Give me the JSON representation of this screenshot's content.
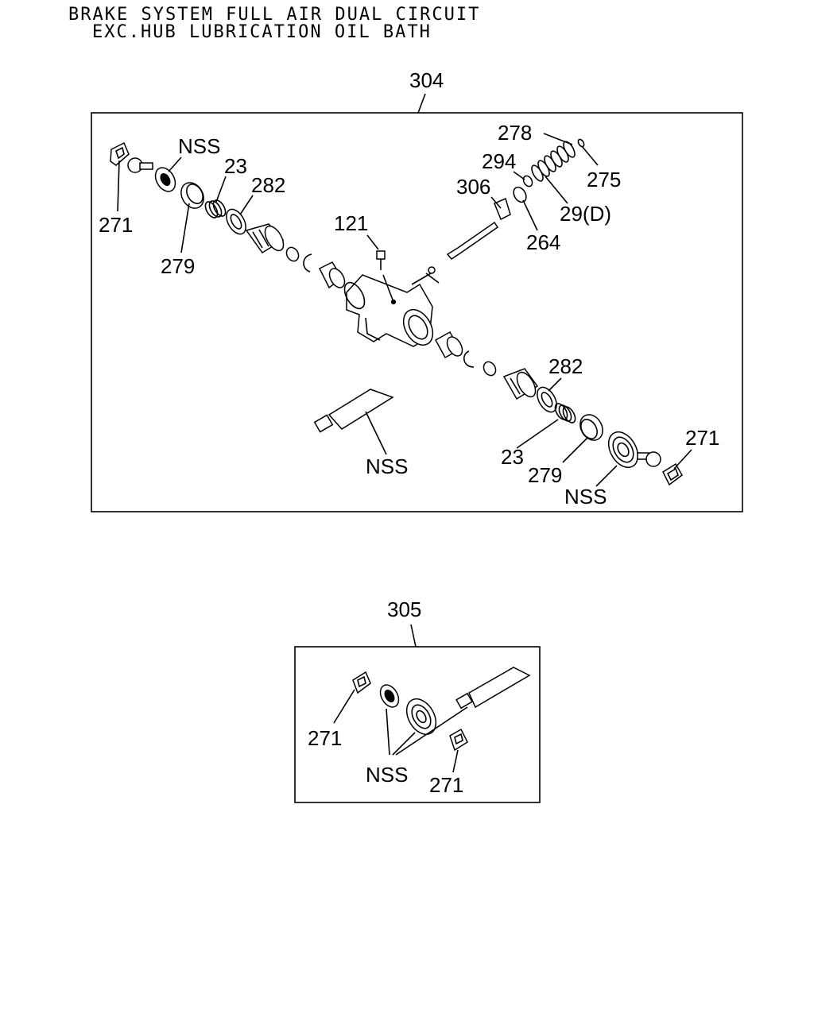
{
  "header": {
    "title_line1": "BRAKE SYSTEM FULL AIR DUAL CIRCUIT",
    "title_line2": "EXC.HUB LUBRICATION OIL BATH"
  },
  "assembly_304": {
    "ref": "304",
    "labels": {
      "nss_top": "NSS",
      "p23_top": "23",
      "p282_top": "282",
      "p271_left": "271",
      "p279_left": "279",
      "p121": "121",
      "p278": "278",
      "p294": "294",
      "p275": "275",
      "p306": "306",
      "p29d": "29(D)",
      "p264": "264",
      "p282_bottom": "282",
      "nss_tube": "NSS",
      "p23_bottom": "23",
      "p279_bottom": "279",
      "nss_bottom": "NSS",
      "p271_right": "271"
    }
  },
  "assembly_305": {
    "ref": "305",
    "labels": {
      "p271_left": "271",
      "nss": "NSS",
      "p271_bottom": "271"
    }
  }
}
